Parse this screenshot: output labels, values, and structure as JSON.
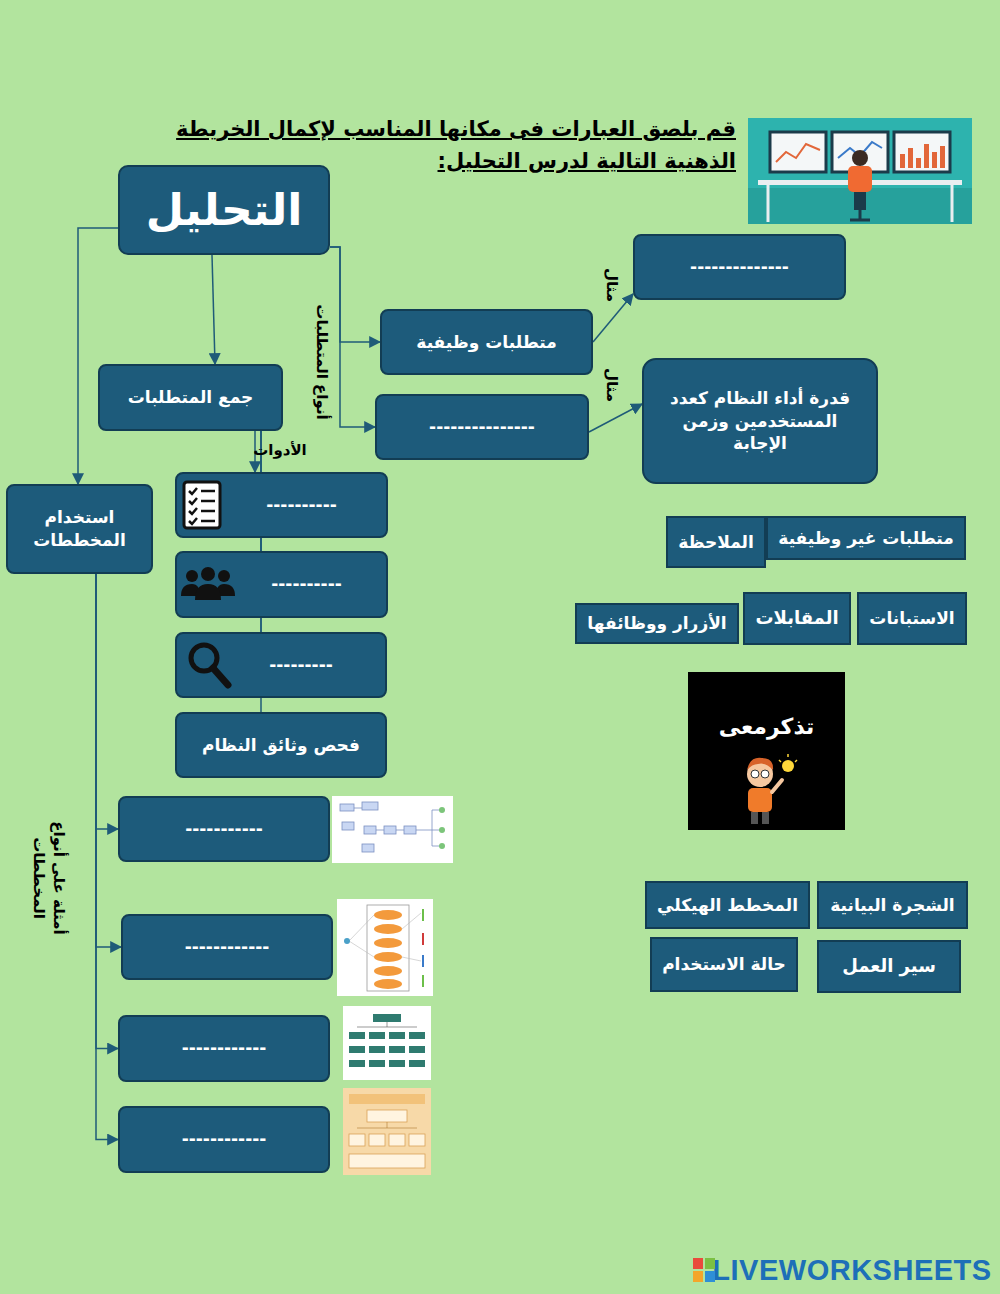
{
  "diagram": {
    "title": "قم بلصق العبارات فى مكانها المناسب لإكمال الخريطة الذهنية التالية لدرس التحليل:",
    "nodes": [
      {
        "text": [
          "التحليل"
        ]
      },
      {
        "text": [
          "جمع المتطلبات"
        ]
      },
      {
        "text": [
          "متطلبات وظيفية"
        ]
      },
      {
        "text": [
          "---------------"
        ]
      },
      {
        "text": [
          "--------------"
        ]
      },
      {
        "text": [
          "قدرة أداء النظام كعدد المستخدمين وزمن الإجابة"
        ]
      },
      {
        "text": [
          "استخدام المخططات"
        ]
      },
      {
        "text": [
          "----------"
        ]
      },
      {
        "text": [
          "----------"
        ]
      },
      {
        "text": [
          "---------"
        ]
      },
      {
        "text": [
          "فحص وثائق النظام"
        ]
      },
      {
        "text": [
          "-----------"
        ]
      },
      {
        "text": [
          "------------"
        ]
      },
      {
        "text": [
          "------------"
        ]
      },
      {
        "text": [
          "------------"
        ]
      },
      {
        "text": [
          "متطلبات غير وظيفية"
        ]
      },
      {
        "text": [
          "الملاحظة"
        ]
      },
      {
        "text": [
          "الاستبانات"
        ]
      },
      {
        "text": [
          "المقابلات"
        ]
      },
      {
        "text": [
          "الأزرار ووظائفها"
        ]
      },
      {
        "text": [
          "تذكرمعى"
        ]
      },
      {
        "text": [
          "الشجرة البيانية"
        ]
      },
      {
        "text": [
          "المخطط الهيكلي"
        ]
      },
      {
        "text": [
          "سير العمل"
        ]
      },
      {
        "text": [
          "حالة الاستخدام"
        ]
      }
    ],
    "edges": [
      {
        "from": 0,
        "to": 1,
        "arrow": "to"
      },
      {
        "from": 0,
        "to": 6,
        "arrow": "to"
      },
      {
        "from": 0,
        "to": 2,
        "arrow": "to"
      },
      {
        "from": 0,
        "to": 3,
        "arrow": "to"
      },
      {
        "from": 1,
        "to": 7,
        "arrow": "to"
      },
      {
        "from": 1,
        "to": 8,
        "arrow": "none"
      },
      {
        "from": 1,
        "to": 9,
        "arrow": "none"
      },
      {
        "from": 1,
        "to": 10,
        "arrow": "none"
      },
      {
        "from": 2,
        "to": 4,
        "arrow": "to"
      },
      {
        "from": 3,
        "to": 5,
        "arrow": "to"
      },
      {
        "from": 6,
        "to": 11,
        "arrow": "to"
      },
      {
        "from": 6,
        "to": 12,
        "arrow": "to"
      },
      {
        "from": 6,
        "to": 13,
        "arrow": "to"
      },
      {
        "from": 6,
        "to": 14,
        "arrow": "to"
      }
    ],
    "labels": [
      "مثال",
      "مثال",
      "أنواع المتطلبات",
      "الأدوات",
      "أمثلة على أنواع المخططات",
      "LIVEWORKSHEETS"
    ]
  }
}
